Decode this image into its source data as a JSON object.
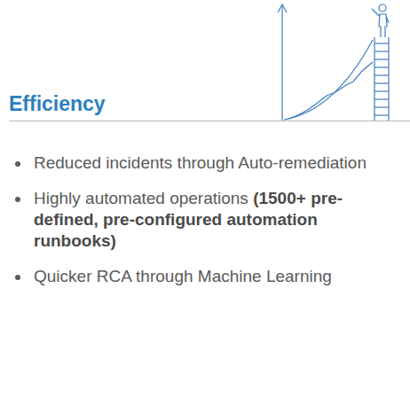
{
  "diagram": {
    "title": "Efficiency",
    "labels": [
      "Reduced incidents through Auto-remediation",
      "Highly automated operations",
      "(1500+ pre-defined, pre-configured automation runbooks)",
      "Quicker RCA through Machine Learning"
    ]
  }
}
